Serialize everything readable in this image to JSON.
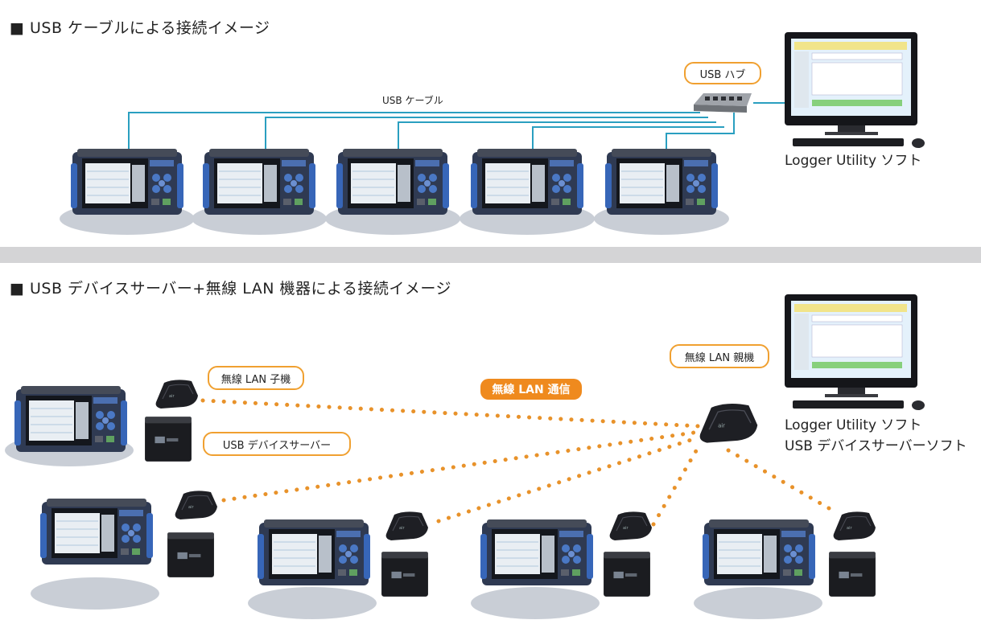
{
  "section1": {
    "title": "■ USB ケーブルによる接続イメージ",
    "hub_label": "USB ハブ",
    "cable_label": "USB ケーブル",
    "pc_label": "Logger Utility ソフト"
  },
  "section2": {
    "title": "■ USB デバイスサーバー+無線 LAN 機器による接続イメージ",
    "parent_label": "無線 LAN 親機",
    "child_label": "無線 LAN 子機",
    "server_label": "USB デバイスサーバー",
    "comm_label": "無線 LAN 通信",
    "pc_label_1": "Logger Utility ソフト",
    "pc_label_2": "USB デバイスサーバーソフト"
  },
  "colors": {
    "cable": "#2a9fc0",
    "wireless_dots": "#e8922a",
    "pill_border": "#f0a030",
    "pill_fill": "#ef8a1e",
    "divider": "#d4d4d6"
  }
}
